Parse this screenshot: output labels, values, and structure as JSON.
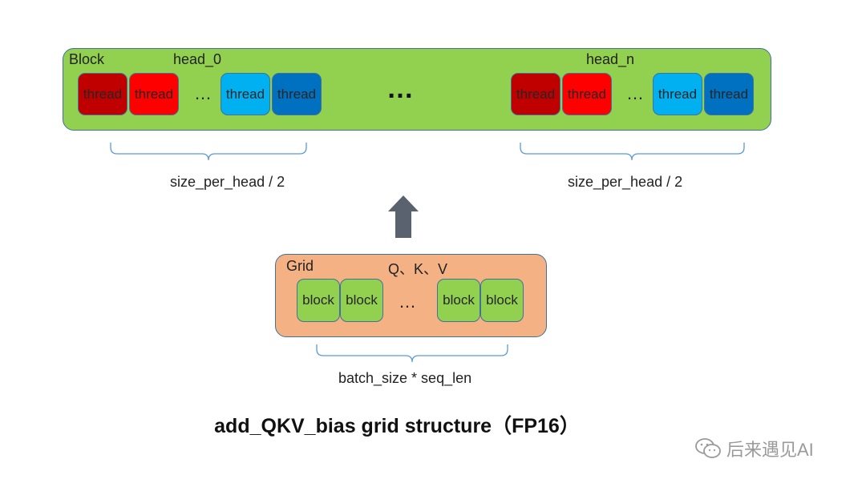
{
  "block": {
    "label": "Block",
    "head0_label": "head_0",
    "headn_label": "head_n",
    "thread_label": "thread",
    "ellipsis_small": "…",
    "ellipsis_big": "…",
    "brace_label": "size_per_head / 2",
    "colors": {
      "container": "#92d050",
      "thread_darkred": "#c00000",
      "thread_red": "#ff0000",
      "thread_lightblue": "#00b0f0",
      "thread_blue": "#0070c0"
    }
  },
  "arrow": {
    "icon": "up-arrow-icon",
    "color": "#5a6270"
  },
  "grid": {
    "label": "Grid",
    "qkv_label": "Q、K、V",
    "block_label": "block",
    "ellipsis": "…",
    "brace_label": "batch_size * seq_len",
    "colors": {
      "container": "#f4b183",
      "block": "#92d050"
    }
  },
  "title": "add_QKV_bias grid structure（FP16）",
  "watermark": {
    "icon": "wechat-icon",
    "text": "后来遇见AI"
  }
}
